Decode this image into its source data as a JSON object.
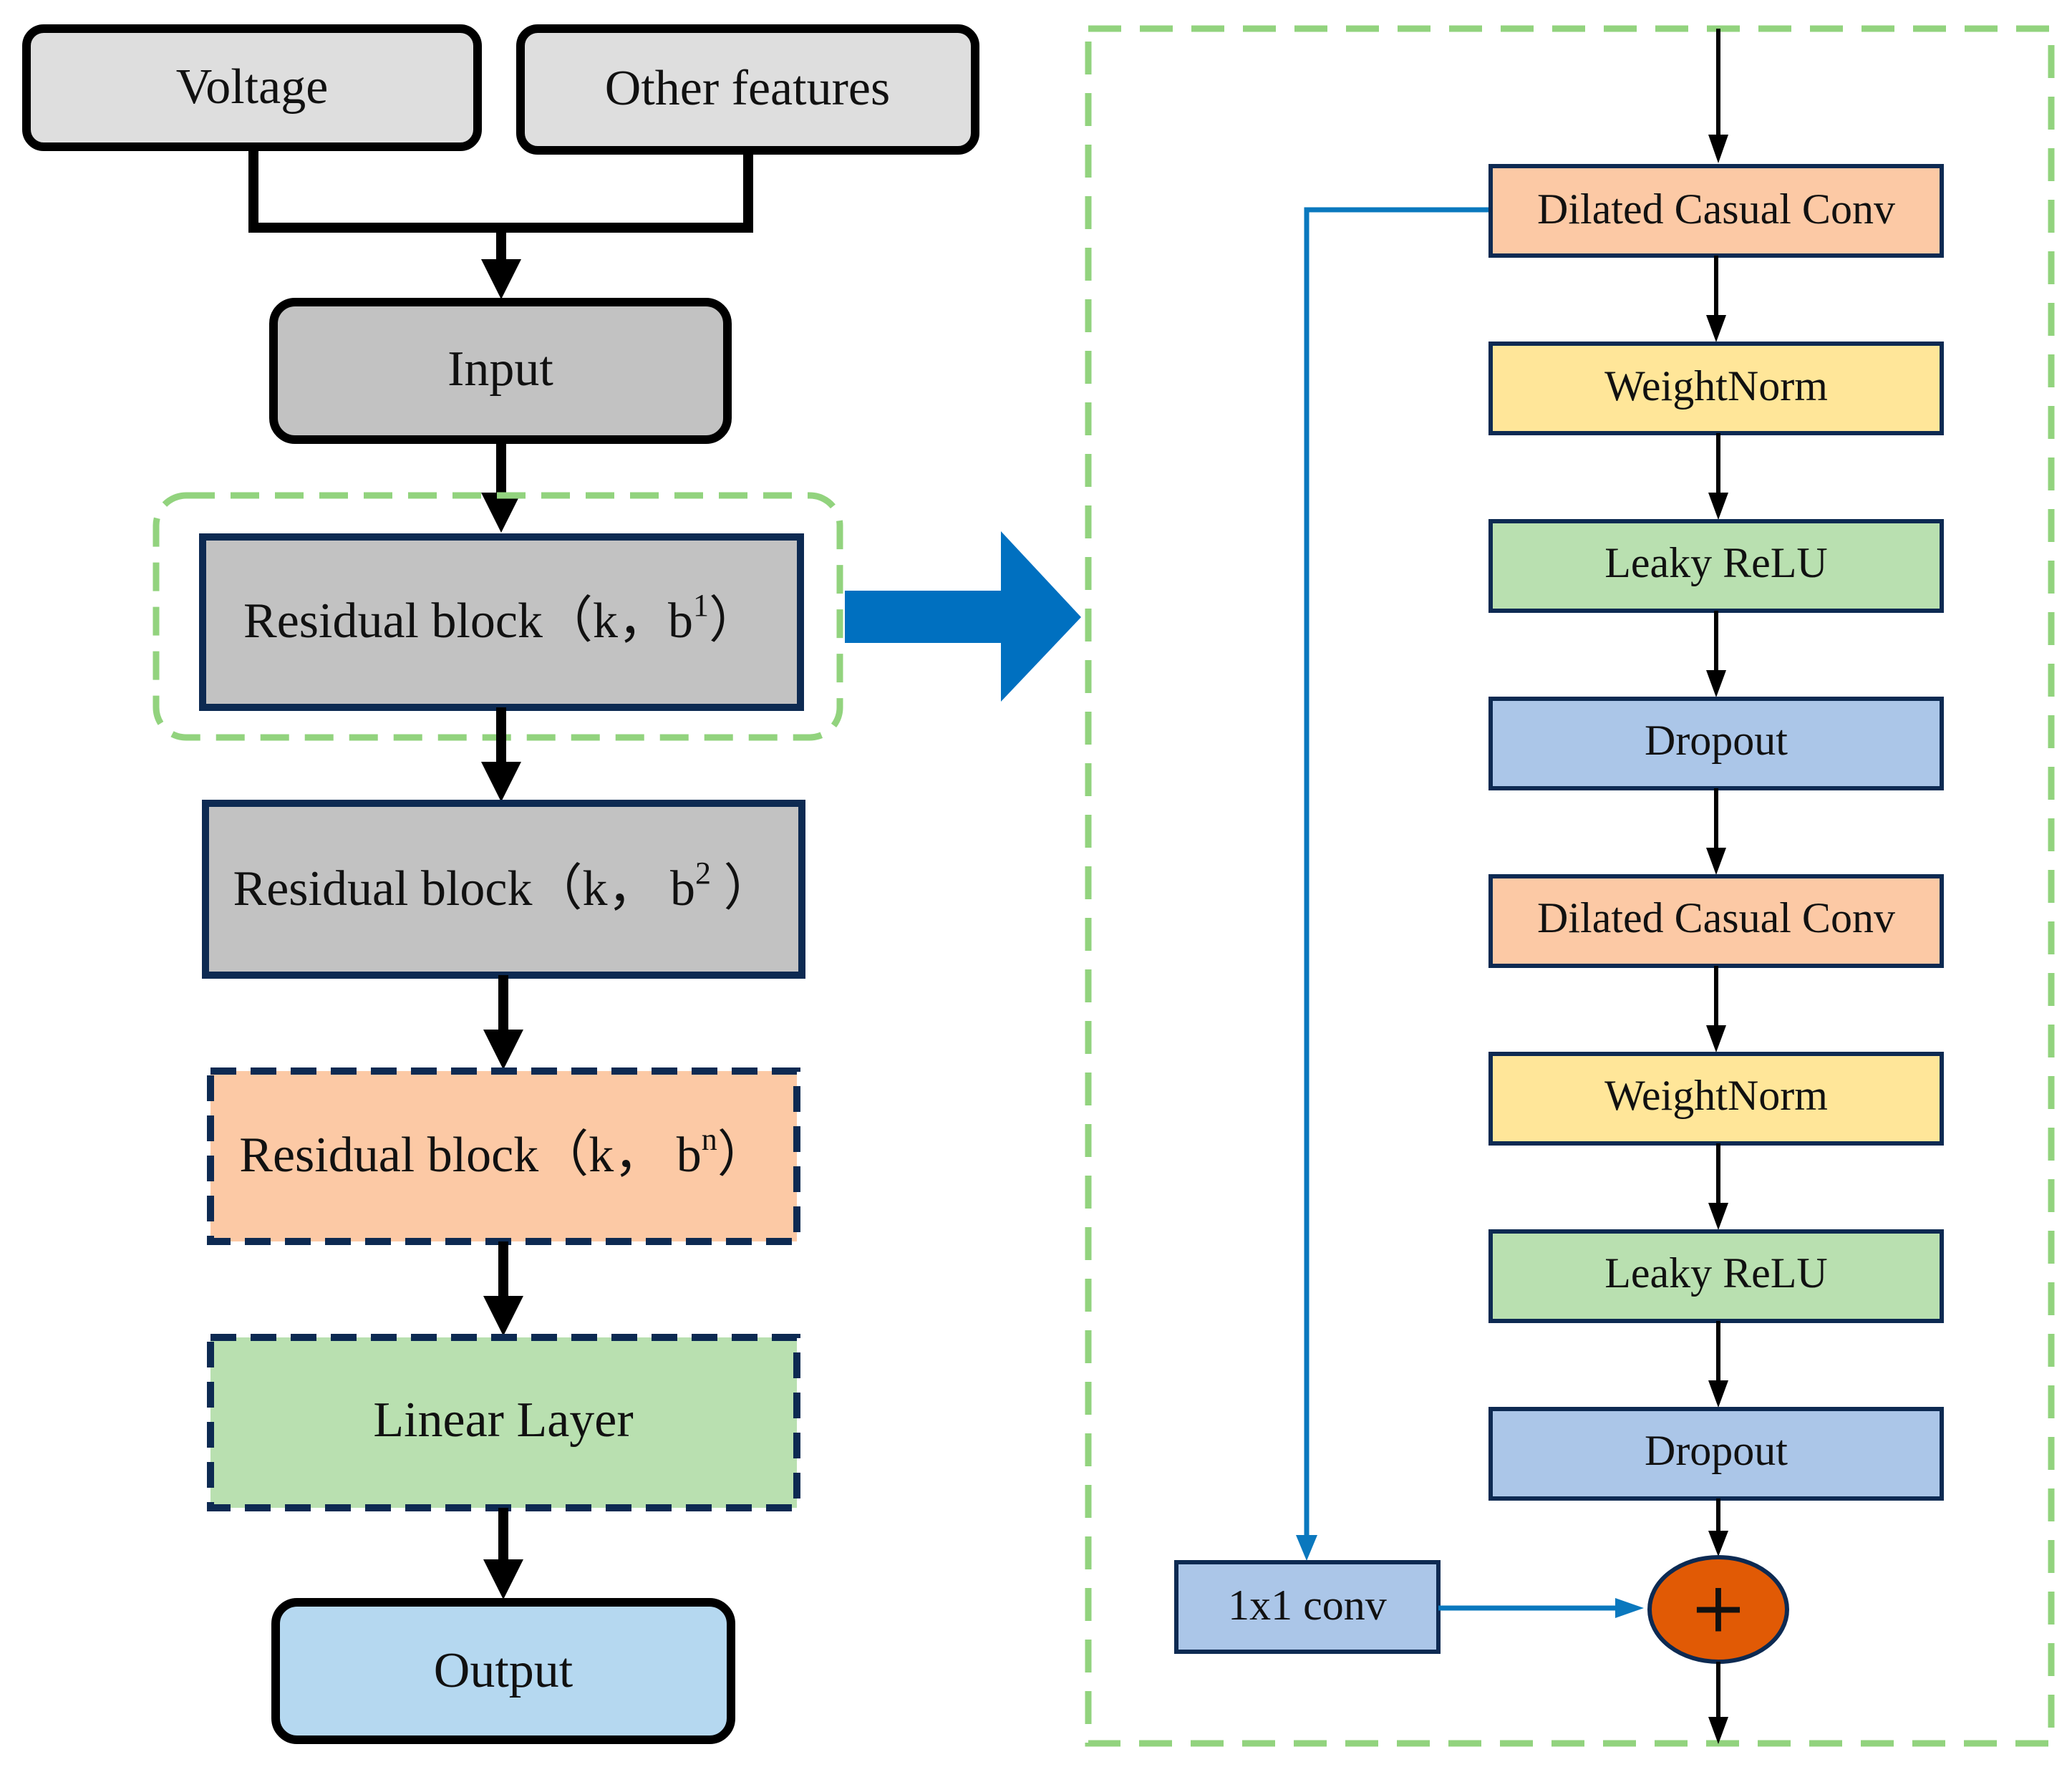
{
  "left": {
    "voltage": "Voltage",
    "other_features": "Other features",
    "input": "Input",
    "res1": {
      "prefix": "Residual block（k，b",
      "sup": "1",
      "suffix": "）"
    },
    "res2": {
      "prefix": "Residual block（k，  b",
      "sup": "2",
      "suffix": " ）"
    },
    "resn": {
      "prefix": "Residual block（k，  b",
      "sup": "n",
      "suffix": "）"
    },
    "linear": "Linear Layer",
    "output": "Output"
  },
  "right": {
    "dcc1": "Dilated Casual Conv",
    "wn1": "WeightNorm",
    "relu1": "Leaky ReLU",
    "drop1": "Dropout",
    "dcc2": "Dilated Casual Conv",
    "wn2": "WeightNorm",
    "relu2": "Leaky ReLU",
    "drop2": "Dropout",
    "conv1x1": "1x1 conv",
    "add_symbol": "+"
  },
  "colors": {
    "gray_light": "#dedede",
    "gray_mid": "#c2c2c2",
    "salmon": "#fcc9a5",
    "yellow": "#ffe699",
    "green": "#b9e0b0",
    "blue": "#abc6e8",
    "output_blue": "#b5d8f0",
    "dashed_green": "#92d37e",
    "navy": "#0d2a52",
    "arrow_blue": "#0070c0",
    "skip_blue": "#0a78be",
    "add_orange": "#e15a05"
  }
}
